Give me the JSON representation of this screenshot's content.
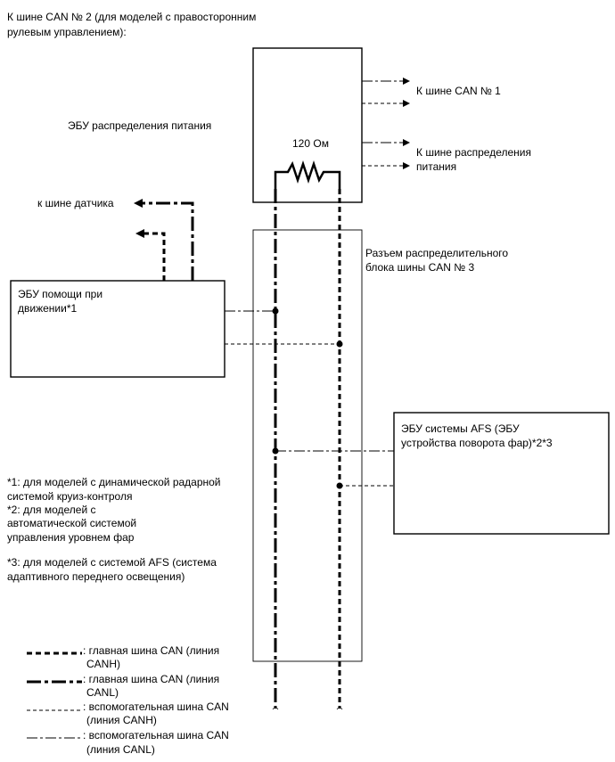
{
  "header": {
    "line1": "К шине CAN № 2 (для моделей с правосторонним",
    "line2": "рулевым управлением):"
  },
  "pdb_ecu": {
    "label": "ЭБУ распределения питания",
    "resistor_label": "120 Ом"
  },
  "destinations": {
    "can1": "К шине CAN № 1",
    "power_dist_line1": "К шине распределения",
    "power_dist_line2": "питания",
    "sensor_bus": "к шине датчика"
  },
  "junction_block": {
    "line1": "Разъем распределительного",
    "line2": "блока шины CAN № 3"
  },
  "driving_support_ecu": {
    "line1": "ЭБУ помощи при",
    "line2": "движении*1"
  },
  "afs_ecu": {
    "line1": "ЭБУ системы AFS (ЭБУ",
    "line2": "устройства поворота фар)*2*3"
  },
  "footnotes": {
    "note1_line1": "*1: для моделей с динамической радарной",
    "note1_line2": "системой круиз-контроля",
    "note2_line1": "*2: для моделей с",
    "note2_line2": "автоматической системой",
    "note2_line3": "управления уровнем фар",
    "note3_line1": "*3: для моделей с системой AFS (система",
    "note3_line2": "адаптивного переднего освещения)"
  },
  "legend": {
    "main_canh_line1": ": главная шина CAN (линия",
    "main_canh_line2": "CANH)",
    "main_canl_line1": ": главная шина CAN (линия",
    "main_canl_line2": "CANL)",
    "aux_canh_line1": ": вспомогательная шина CAN",
    "aux_canh_line2": "(линия CANH)",
    "aux_canl_line1": ": вспомогательная шина CAN",
    "aux_canl_line2": "(линия CANL)"
  }
}
